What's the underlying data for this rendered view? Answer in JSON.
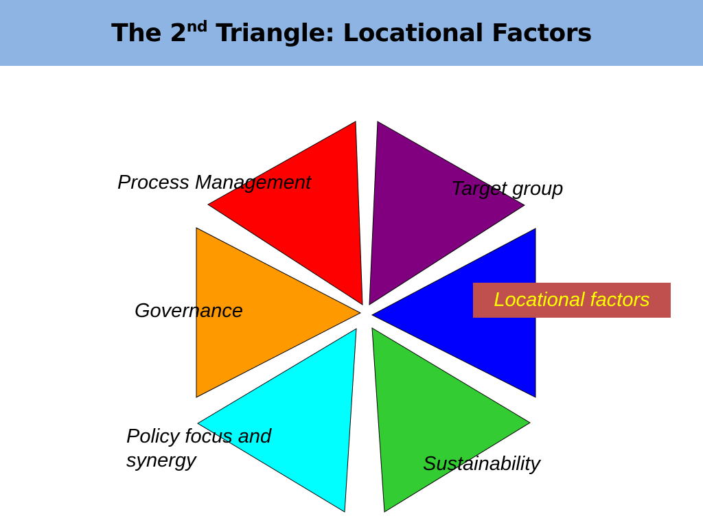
{
  "title": {
    "prefix": "The 2",
    "superscript": "nd",
    "suffix": " Triangle: Locational Factors"
  },
  "segments": [
    {
      "label": "Process Management",
      "color": "#ff0000"
    },
    {
      "label": "Target group",
      "color": "#800080"
    },
    {
      "label": "Locational factors",
      "color": "#0000ff"
    },
    {
      "label": "Sustainability",
      "color": "#33cc33"
    },
    {
      "label": "Policy focus and synergy",
      "color": "#00ffff"
    },
    {
      "label": "Governance",
      "color": "#ff9900"
    }
  ],
  "highlight": {
    "background": "#c0504d",
    "text_color": "#ffff00"
  },
  "colors": {
    "header_background": "#8eb4e3"
  }
}
